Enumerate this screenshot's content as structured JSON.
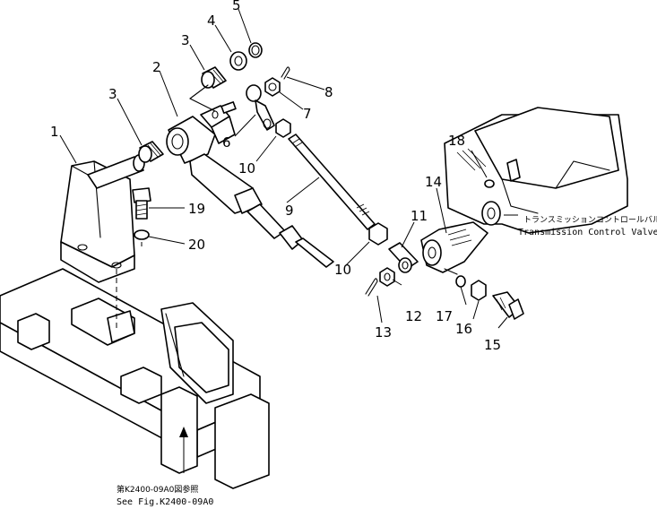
{
  "diagram": {
    "part_numbers": {
      "p1": "1",
      "p2": "2",
      "p3a": "3",
      "p3b": "3",
      "p4": "4",
      "p5": "5",
      "p6": "6",
      "p7": "7",
      "p8": "8",
      "p9": "9",
      "p10a": "10",
      "p10b": "10",
      "p11": "11",
      "p12": "12",
      "p13": "13",
      "p14": "14",
      "p15": "15",
      "p16": "16",
      "p17": "17",
      "p18": "18",
      "p19": "19",
      "p20": "20"
    },
    "valve_label_jp": "トランスミッションコントロールバルブ",
    "valve_label_en": "Transmission Control Valve",
    "see_fig_jp": "第K2400-09A0図参照",
    "see_fig_en": "See Fig.K2400-09A0"
  }
}
